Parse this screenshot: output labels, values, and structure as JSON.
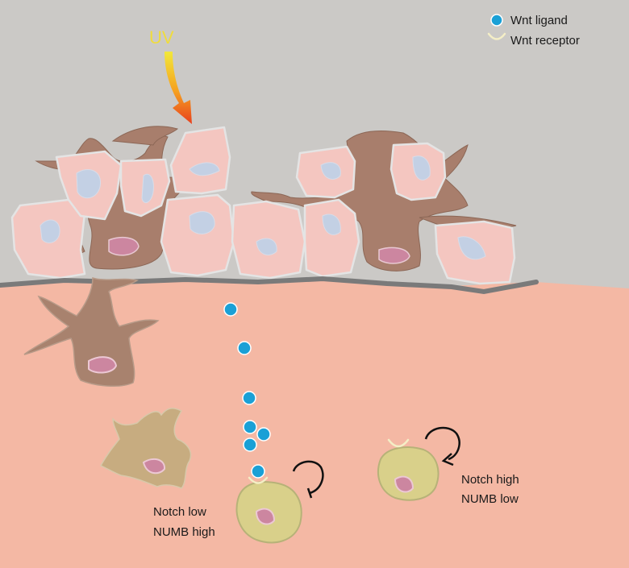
{
  "labels": {
    "uv": "UV",
    "legend_ligand": "Wnt ligand",
    "legend_receptor": "Wnt receptor",
    "left_cell_line1": "Notch low",
    "left_cell_line2": "NUMB high",
    "right_cell_line1": "Notch high",
    "right_cell_line2": "NUMB low"
  },
  "colors": {
    "background_top": "#cbc9c6",
    "dermis": "#f4b8a4",
    "basement_membrane": "#7a7a7a",
    "keratinocyte": "#f4c6c0",
    "keratinocyte_nucleus": "#c3d0e4",
    "melanocyte_epidermal": "#a87e6c",
    "melanocyte_dermal": "#a8826e",
    "melanocyte_precursor": "#c7ac80",
    "stem_cell": "#d9d08a",
    "cell_nucleus_pink": "#cc86a0",
    "wnt_ligand": "#1aa0d6",
    "wnt_receptor": "#f4eec6"
  },
  "icons": [
    "uv-arrow",
    "wnt-ligand-dot",
    "wnt-receptor-cup",
    "self-renewal-arrow",
    "inhibition-arrow"
  ]
}
